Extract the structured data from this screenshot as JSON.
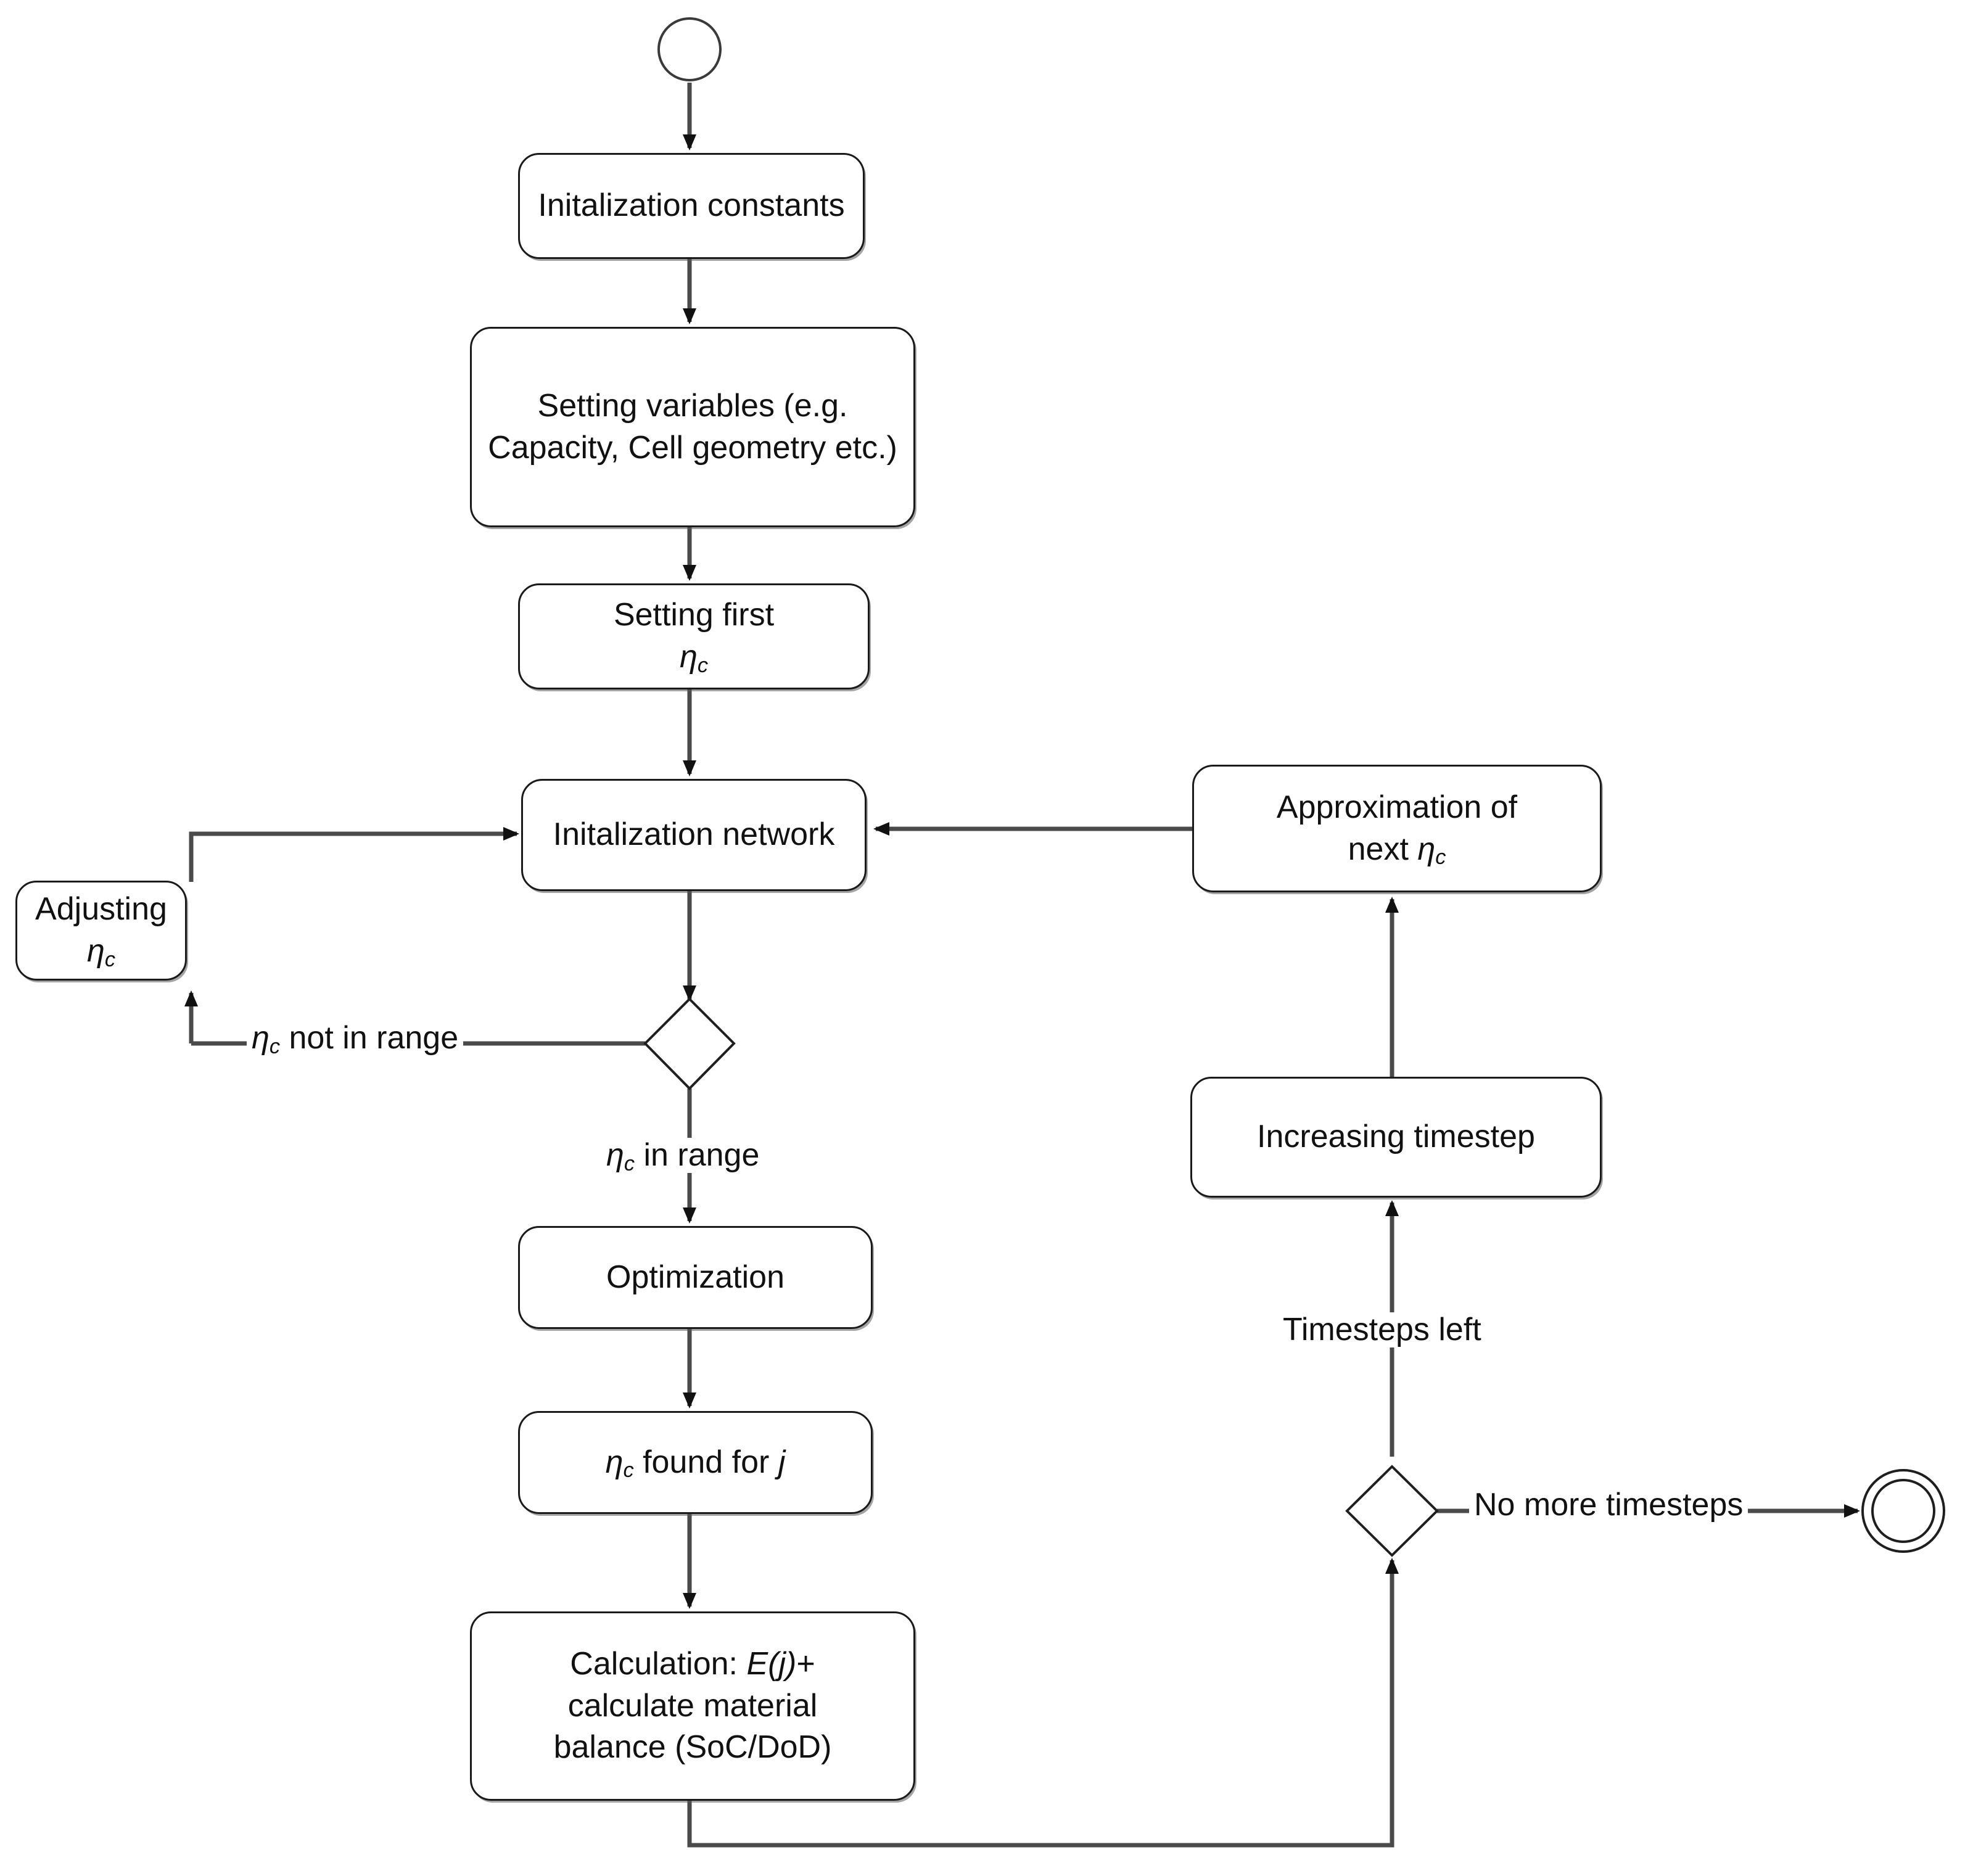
{
  "diagram": {
    "title": "Simulation algorithm activity flowchart",
    "type": "flowchart",
    "stroke_color": "#1a1a1a",
    "fill_color": "#ffffff",
    "text_color": "#111111"
  },
  "nodes": {
    "start": {
      "name": "start-node",
      "shape": "circle",
      "label": ""
    },
    "init_constants": {
      "shape": "rounded-rect",
      "label": "Initalization constants"
    },
    "setting_variables": {
      "shape": "rounded-rect",
      "label": "Setting variables (e.g. Capacity, Cell geometry etc.)"
    },
    "setting_first": {
      "shape": "rounded-rect",
      "line1": "Setting first",
      "line2_eta": "η",
      "line2_sub": "c"
    },
    "init_network": {
      "shape": "rounded-rect",
      "label": "Initalization network"
    },
    "adjusting": {
      "shape": "rounded-rect",
      "prefix": "Adjusting ",
      "eta": "η",
      "sub": "c"
    },
    "decision_range": {
      "shape": "diamond",
      "label": ""
    },
    "optimization": {
      "shape": "rounded-rect",
      "label": "Optimization"
    },
    "found_for_j": {
      "shape": "rounded-rect",
      "eta": "η",
      "sub": "c",
      "mid": " found for ",
      "var": "j"
    },
    "calculation": {
      "shape": "rounded-rect",
      "line1a": "Calculation: ",
      "line1b": "E(j)",
      "line1c": "+",
      "line2": "calculate material",
      "line3": "balance (SoC/DoD)"
    },
    "approximation": {
      "shape": "rounded-rect",
      "line1": "Approximation of",
      "line2": "next ",
      "eta": "η",
      "sub": "c"
    },
    "increasing_timestep": {
      "shape": "rounded-rect",
      "label": "Increasing timestep"
    },
    "decision_timesteps": {
      "shape": "diamond",
      "label": ""
    },
    "end": {
      "name": "end-node",
      "shape": "double-circle",
      "label": ""
    }
  },
  "edge_labels": {
    "not_in_range": {
      "eta": "η",
      "sub": "c",
      "text": " not in range"
    },
    "in_range": {
      "eta": "η",
      "sub": "c",
      "text": " in range"
    },
    "timesteps_left": "Timesteps left",
    "no_more_timesteps": "No more timesteps"
  }
}
